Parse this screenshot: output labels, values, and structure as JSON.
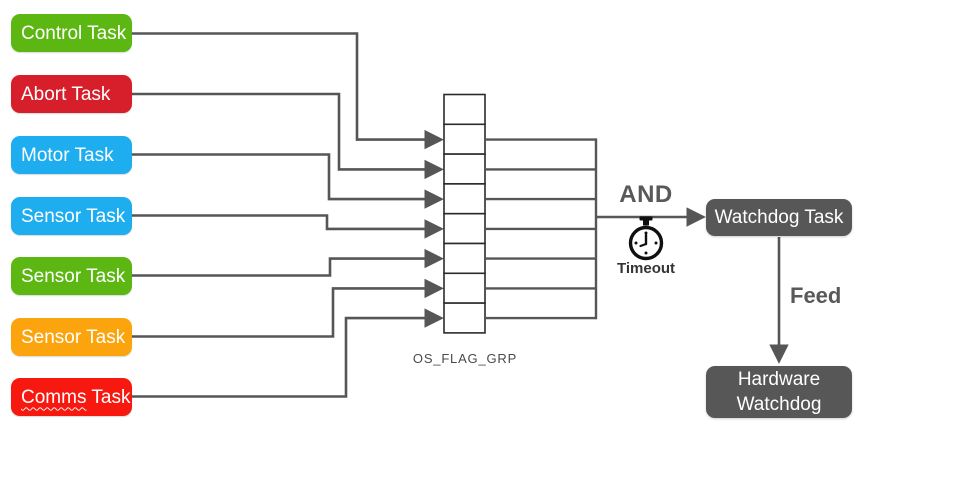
{
  "diagram": {
    "tasks": [
      {
        "label": "Control Task",
        "color": "#5CB712"
      },
      {
        "label": "Abort Task",
        "color": "#D71F2B"
      },
      {
        "label": "Motor Task",
        "color": "#1EADEF"
      },
      {
        "label": "Sensor Task",
        "color": "#1EADEF"
      },
      {
        "label": "Sensor Task",
        "color": "#5CB712"
      },
      {
        "label": "Sensor Task",
        "color": "#FCA40D"
      },
      {
        "label": "Comms Task",
        "color": "#F7190F",
        "spellcheck_underline": "Comms"
      }
    ],
    "flag_group": {
      "label": "OS_FLAG_GRP",
      "cells": 8
    },
    "and_label": "AND",
    "timeout_label": "Timeout",
    "feed_label": "Feed",
    "watchdog_task": {
      "label": "Watchdog Task",
      "color": "#575757"
    },
    "hardware_watchdog": {
      "lines": [
        "Hardware",
        "Watchdog"
      ],
      "color": "#575757"
    },
    "icons": {
      "stopwatch": "stopwatch-icon"
    },
    "colors": {
      "connector": "#565656",
      "flag_cell_stroke": "#2b2b2b",
      "dark_box": "#575757",
      "background": "#ffffff",
      "task_text": "#ffffff"
    }
  }
}
